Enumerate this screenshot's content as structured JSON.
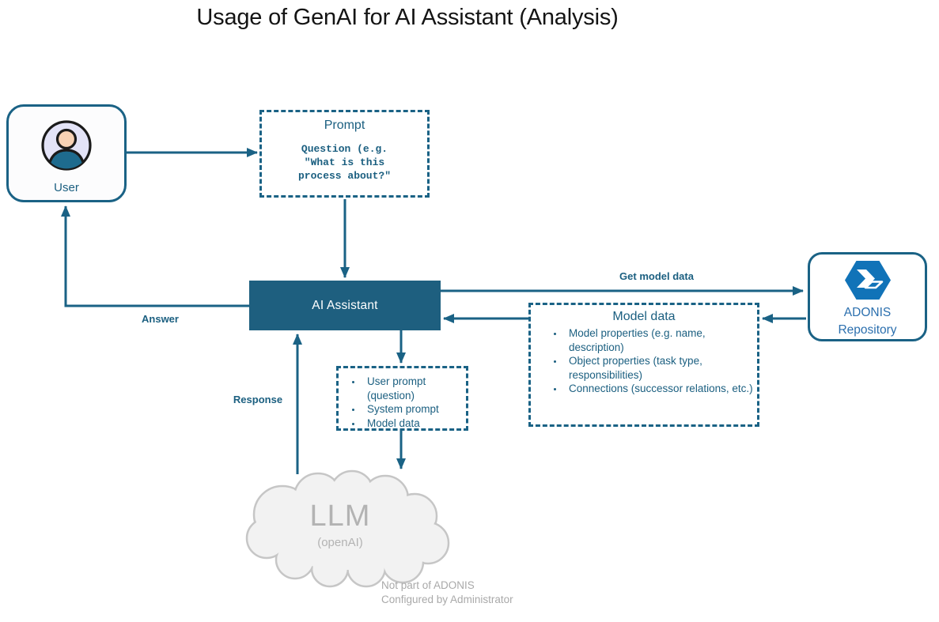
{
  "title": "Usage of GenAI for AI Assistant (Analysis)",
  "colors": {
    "accent": "#1A6285",
    "teal_text": "#1B5F80",
    "ai_fill": "#1E5F7F",
    "ai_text": "#FFFFFF",
    "adonis_blue": "#2B6FAE",
    "icon_blue": "#1173B8",
    "gray_text": "#A9A9A9",
    "cloud_fill": "#F2F2F2",
    "cloud_stroke": "#C6C6C6",
    "llm_text": "#B3B3B3"
  },
  "nodes": {
    "user": {
      "label": "User",
      "icon": "person-circle-icon"
    },
    "prompt": {
      "title": "Prompt",
      "line1": "Question (e.g.",
      "line2": "\"What is this",
      "line3": "process about?\""
    },
    "ai_assistant": {
      "label": "AI Assistant"
    },
    "adonis": {
      "label_line1": "ADONIS",
      "label_line2": "Repository",
      "icon": "hexagon-double-chevron-icon"
    },
    "model_data": {
      "title": "Model data",
      "items": [
        "Model properties (e.g. name, description)",
        "Object properties (task type, responsibilities)",
        "Connections (successor relations, etc.)"
      ]
    },
    "llm_input": {
      "items": [
        "User prompt (question)",
        "System prompt",
        "Model data"
      ]
    },
    "llm": {
      "label": "LLM",
      "sublabel": "(openAI)",
      "shape": "cloud"
    }
  },
  "edge_labels": {
    "get_model_data": "Get model data",
    "answer": "Answer",
    "response": "Response"
  },
  "note": {
    "line1": "Not part of ADONIS",
    "line2": "Configured by Administrator"
  }
}
